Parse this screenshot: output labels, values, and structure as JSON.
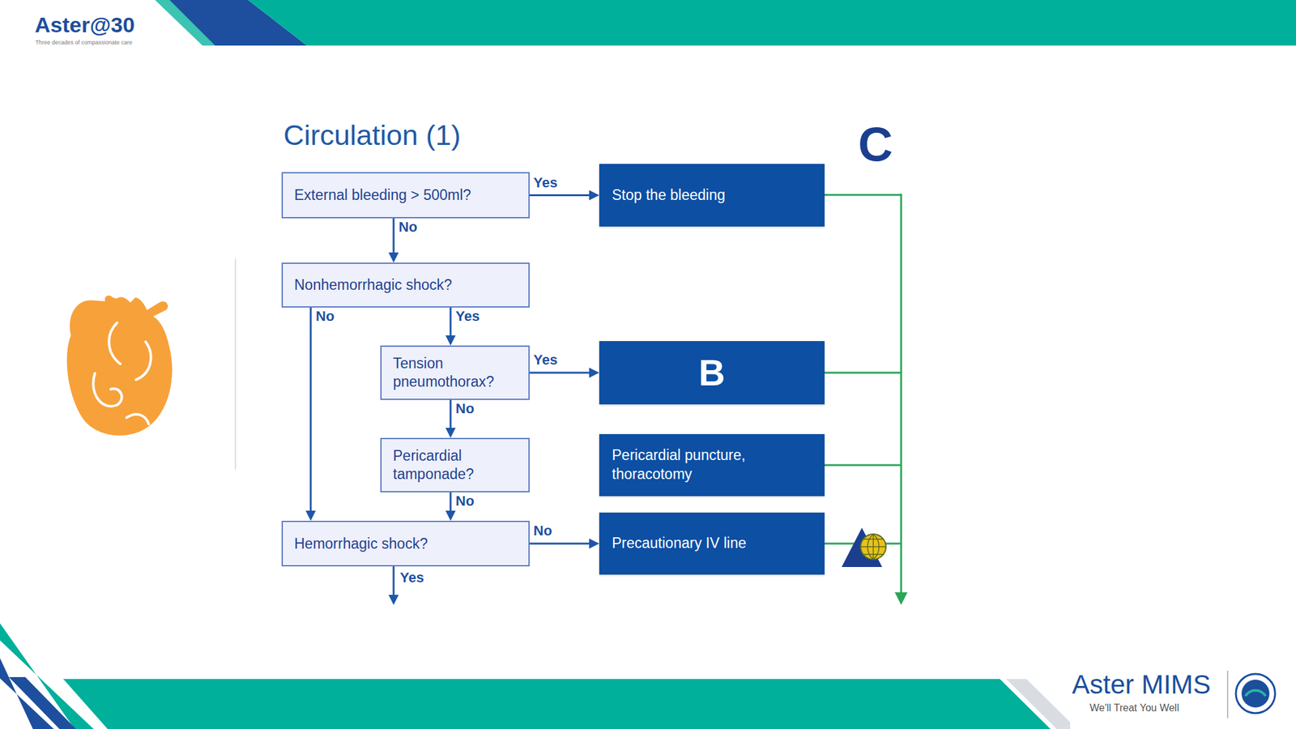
{
  "diagram": {
    "title": "Circulation (1)",
    "nodes": [
      {
        "text": [
          "External bleeding > 500ml?"
        ]
      },
      {
        "text": [
          "Stop the bleeding"
        ]
      },
      {
        "text": [
          "Nonhemorrhagic shock?"
        ]
      },
      {
        "text": [
          "Tension pneumothorax?"
        ]
      },
      {
        "text": [
          "B"
        ]
      },
      {
        "text": [
          "Pericardial tamponade?"
        ]
      },
      {
        "text": [
          "Pericardial puncture, thoracotomy"
        ]
      },
      {
        "text": [
          "Hemorrhagic shock?"
        ]
      },
      {
        "text": [
          "Precautionary IV line"
        ]
      }
    ],
    "edges": [
      {
        "from": 0,
        "to": 1,
        "arrow": "to",
        "label": "Yes"
      },
      {
        "from": 0,
        "to": 2,
        "arrow": "to",
        "label": "No"
      },
      {
        "from": 2,
        "to": 3,
        "arrow": "to",
        "label": "Yes"
      },
      {
        "from": 2,
        "to": 7,
        "arrow": "to",
        "label": "No"
      },
      {
        "from": 3,
        "to": 4,
        "arrow": "to",
        "label": "Yes"
      },
      {
        "from": 3,
        "to": 5,
        "arrow": "to",
        "label": "No"
      },
      {
        "from": 5,
        "to": 7,
        "arrow": "to",
        "label": "No"
      },
      {
        "from": 7,
        "to": 8,
        "arrow": "to",
        "label": "No"
      }
    ],
    "labels": [
      "Aster@30",
      "Three decades of compassionate care",
      "C",
      "Yes",
      "Aster MIMS",
      "We'll Treat You Well"
    ]
  }
}
